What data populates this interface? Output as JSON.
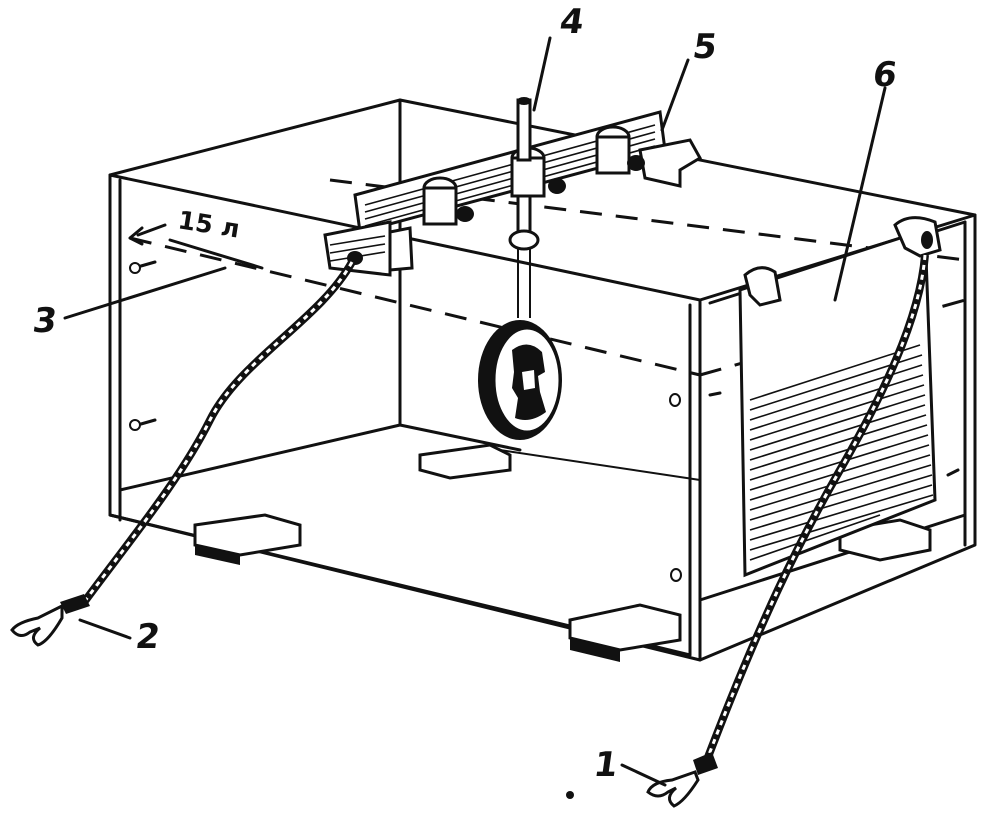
{
  "callouts": [
    {
      "id": "1",
      "label": "1"
    },
    {
      "id": "2",
      "label": "2"
    },
    {
      "id": "3",
      "label": "3"
    },
    {
      "id": "4",
      "label": "4"
    },
    {
      "id": "5",
      "label": "5"
    },
    {
      "id": "6",
      "label": "6"
    }
  ],
  "level_mark": "15 л",
  "colors": {
    "ink": "#111111",
    "paper": "#ffffff"
  }
}
